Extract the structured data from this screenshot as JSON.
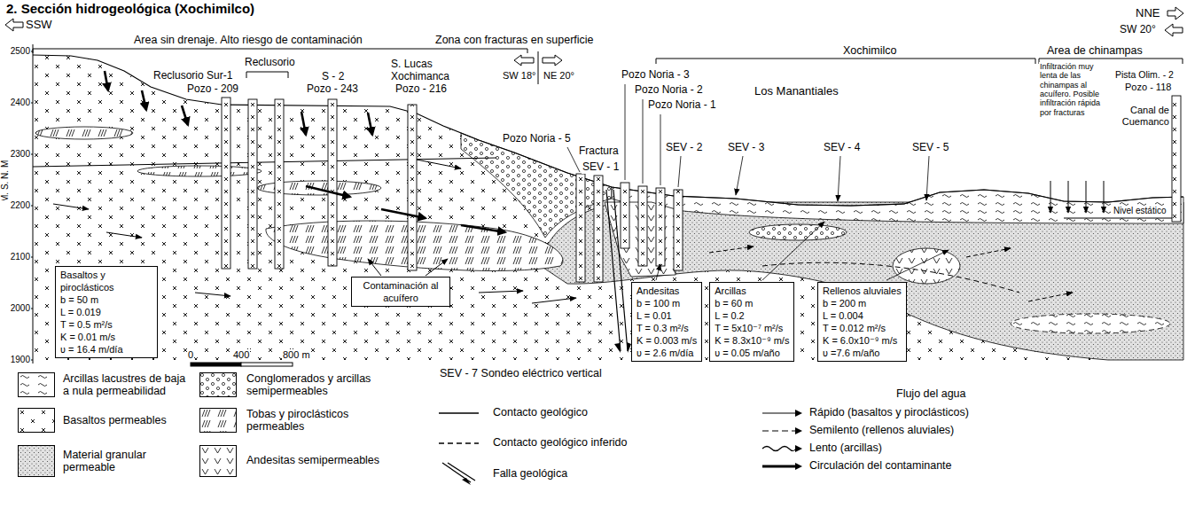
{
  "diagram": {
    "title": "2. Sección hidrogeológica (Xochimilco)",
    "nodes": [
      {
        "text": [
          "Basaltos y piroclásticos",
          "b = 50 m",
          "L = 0.019",
          "T = 0.5 m²/s",
          "K = 0.01 m/s",
          "ʋ = 16.4 m/día"
        ]
      },
      {
        "text": [
          "Contaminación al acuífero"
        ]
      },
      {
        "text": [
          "Andesitas",
          "b = 100 m",
          "L = 0.01",
          "T = 0.3 m²/s",
          "K = 0.003 m/s",
          "ʋ = 2.6 m/día"
        ]
      },
      {
        "text": [
          "Arcillas",
          "b = 60 m",
          "L = 0.2",
          "T = 5x10⁻⁷ m²/s",
          "K = 8.3x10⁻⁹ m/s",
          "ʋ = 0.05 m/año"
        ]
      },
      {
        "text": [
          "Rellenos aluviales",
          "b = 200 m",
          "L = 0.004",
          "T = 0.012 m²/s",
          "K = 6.0x10⁻⁹ m/s",
          "ʋ =7.6 m/año"
        ]
      }
    ],
    "labels": [
      "SSW",
      "NNE",
      "SW 20°",
      "Area sin drenaje. Alto riesgo de contaminación",
      "Zona con fracturas en superficie",
      "Xochimilco",
      "Area de chinampas",
      "SW 18°",
      "NE 20°",
      "Reclusorio",
      "Reclusorio Sur-1",
      "Pozo - 209",
      "S - 2",
      "Pozo - 243",
      "S. Lucas",
      "Xochimanca",
      "Pozo - 216",
      "Pozo Noria - 3",
      "Pozo Noria - 2",
      "Pozo Noria - 1",
      "Los Manantiales",
      "Pozo Noria - 5",
      "SEV - 1",
      "Fractura",
      "SEV - 2",
      "SEV - 3",
      "SEV - 4",
      "SEV - 5",
      "Infiltración muy lenta de las chinampas al acuífero. Posible infiltración rápida por fracturas",
      "Pista Olim. - 2",
      "Pozo - 118",
      "Canal de Cuemanco",
      "Nivel estático",
      "M. S. N. M.",
      "2500",
      "2400",
      "2300",
      "2200",
      "2100",
      "2000",
      "1900",
      "0",
      "400",
      "800 m",
      "Flujo del agua"
    ],
    "legend": [
      {
        "text": "Arcillas lacustres de baja a nula permeabilidad"
      },
      {
        "text": "Basaltos permeables"
      },
      {
        "text": "Material granular permeable"
      },
      {
        "text": "Conglomerados y arcillas semipermeables"
      },
      {
        "text": "Tobas y piroclásticos permeables"
      },
      {
        "text": "Andesitas semipermeables"
      },
      {
        "text": "SEV - 7 Sondeo eléctrico vertical"
      },
      {
        "text": "Contacto geológico"
      },
      {
        "text": "Contacto geológico inferido"
      },
      {
        "text": "Falla geológica"
      },
      {
        "text": "Rápido (basaltos y piroclásticos)"
      },
      {
        "text": "Semilento (rellenos aluviales)"
      },
      {
        "text": "Lento (arcillas)"
      },
      {
        "text": "Circulación del contaminante"
      }
    ]
  }
}
